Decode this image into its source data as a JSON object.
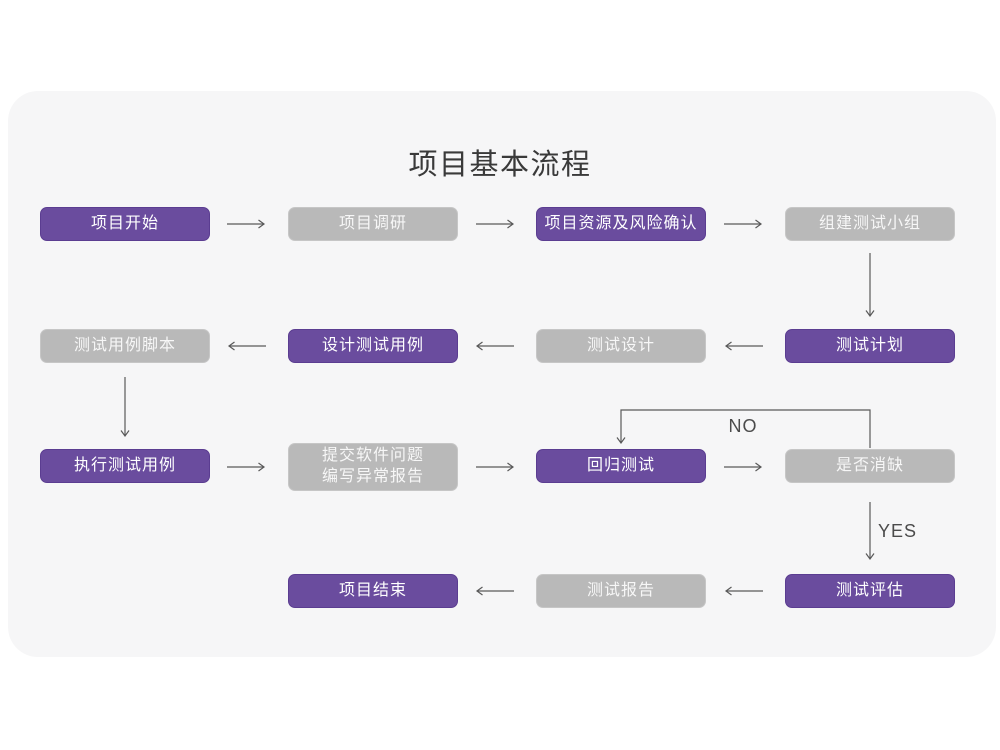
{
  "title": "项目基本流程",
  "nodes": [
    {
      "id": "project-start",
      "label": "项目开始",
      "style": "purple"
    },
    {
      "id": "project-research",
      "label": "项目调研",
      "style": "gray"
    },
    {
      "id": "project-resources-risk",
      "label": "项目资源及风险确认",
      "style": "purple"
    },
    {
      "id": "build-test-team",
      "label": "组建测试小组",
      "style": "gray"
    },
    {
      "id": "test-plan",
      "label": "测试计划",
      "style": "purple"
    },
    {
      "id": "test-design",
      "label": "测试设计",
      "style": "gray"
    },
    {
      "id": "design-test-cases",
      "label": "设计测试用例",
      "style": "purple"
    },
    {
      "id": "test-case-scripts",
      "label": "测试用例脚本",
      "style": "gray"
    },
    {
      "id": "execute-test-cases",
      "label": "执行测试用例",
      "style": "purple"
    },
    {
      "id": "submit-issue-report",
      "label": "提交软件问题\n编写异常报告",
      "style": "gray"
    },
    {
      "id": "regression-test",
      "label": "回归测试",
      "style": "purple"
    },
    {
      "id": "defect-cleared",
      "label": "是否消缺",
      "style": "gray"
    },
    {
      "id": "test-evaluation",
      "label": "测试评估",
      "style": "purple"
    },
    {
      "id": "test-report",
      "label": "测试报告",
      "style": "gray"
    },
    {
      "id": "project-end",
      "label": "项目结束",
      "style": "purple"
    }
  ],
  "edge_labels": {
    "no": "NO",
    "yes": "YES"
  },
  "colors": {
    "card_bg": "#f6f6f7",
    "node_purple": "#6a4c9e",
    "node_purple_border": "#5b3d91",
    "node_gray": "#b9b9b9",
    "node_gray_border": "#c6c6c6",
    "arrow": "#5a5a5a",
    "title_text": "#3a3a3a",
    "edge_label_text": "#4b4b4b"
  }
}
